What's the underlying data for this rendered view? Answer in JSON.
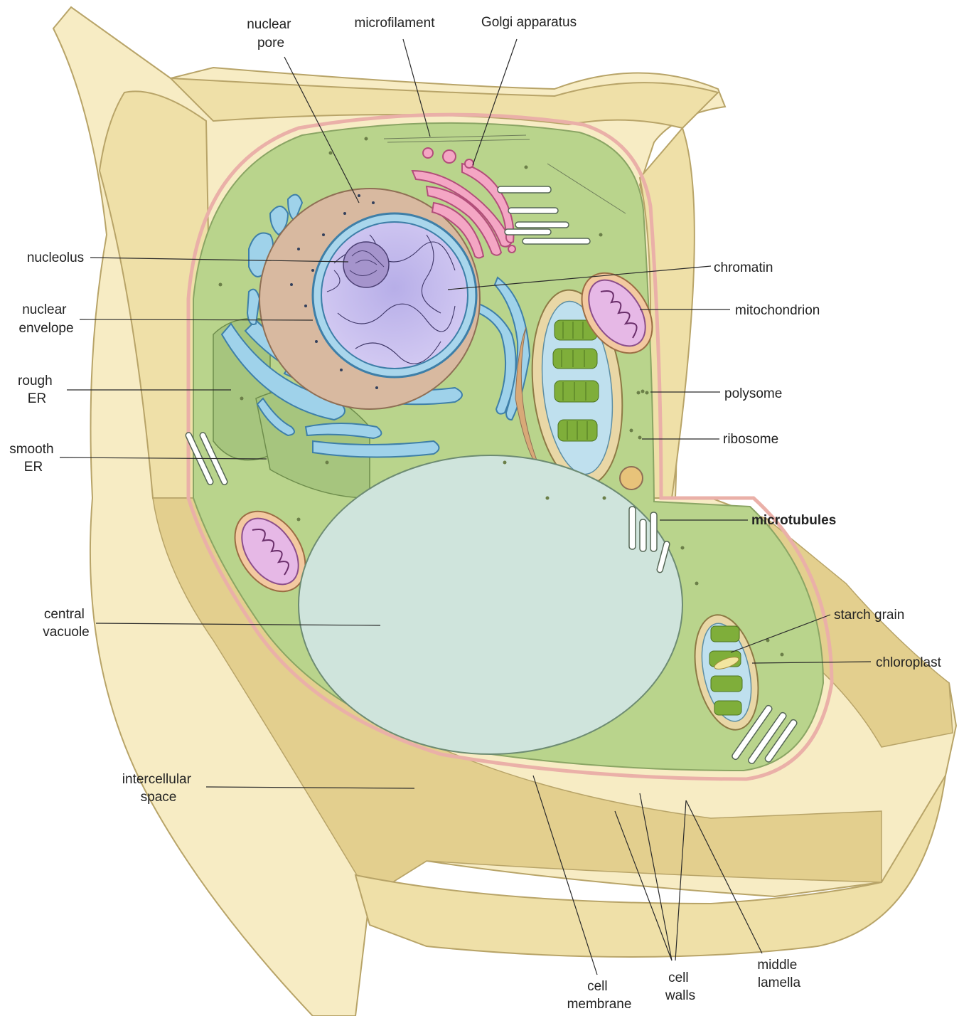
{
  "labels": {
    "nuclear_pore": [
      "nuclear",
      "pore"
    ],
    "microfilament": "microfilament",
    "golgi_apparatus": "Golgi apparatus",
    "nucleolus": "nucleolus",
    "nuclear_envelope": [
      "nuclear",
      "envelope"
    ],
    "rough_er": [
      "rough",
      "ER"
    ],
    "smooth_er": [
      "smooth",
      "ER"
    ],
    "chromatin": "chromatin",
    "mitochondrion": "mitochondrion",
    "polysome": "polysome",
    "ribosome": "ribosome",
    "microtubules": "microtubules",
    "central_vacuole": [
      "central",
      "vacuole"
    ],
    "starch_grain": "starch grain",
    "chloroplast": "chloroplast",
    "intercellular_space": [
      "intercellular",
      "space"
    ],
    "cell_membrane": [
      "cell",
      "membrane"
    ],
    "cell_walls": [
      "cell",
      "walls"
    ],
    "middle_lamella": [
      "middle",
      "lamella"
    ]
  },
  "colors": {
    "cell_wall": "#efe0a8",
    "cytoplasm": "#b9d48c",
    "nucleus": "#c8c0ee",
    "er": "#9fd2ea",
    "golgi": "#f4a6c4",
    "vacuole": "#cfe4dc",
    "mitochondrion": "#e6b8e6",
    "chloroplast": "#7fae3a",
    "membrane": "#eab0a8"
  }
}
